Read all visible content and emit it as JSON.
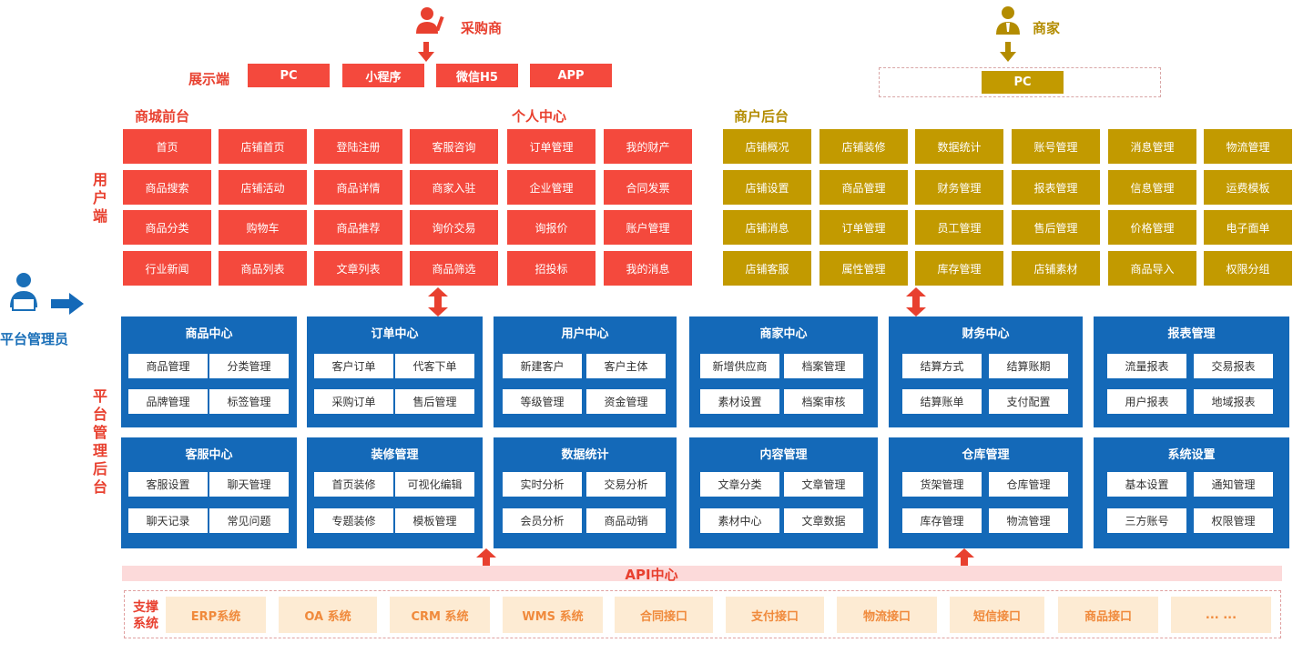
{
  "actors": {
    "buyer": "采购商",
    "merchant": "商家",
    "admin": "平台管理员"
  },
  "display": {
    "label": "展示端",
    "buttons": [
      "PC",
      "小程序",
      "微信H5",
      "APP"
    ]
  },
  "merchant_pc": "PC",
  "sections": {
    "mall_front": "商城前台",
    "personal_center": "个人中心",
    "merchant_backend": "商户后台"
  },
  "user_side_label": [
    "用",
    "户",
    "端"
  ],
  "platform_label": [
    "平",
    "台",
    "管",
    "理",
    "后",
    "台"
  ],
  "user_grid": [
    [
      "首页",
      "店铺首页",
      "登陆注册",
      "客服咨询",
      "订单管理",
      "我的财产"
    ],
    [
      "商品搜索",
      "店铺活动",
      "商品详情",
      "商家入驻",
      "企业管理",
      "合同发票"
    ],
    [
      "商品分类",
      "购物车",
      "商品推荐",
      "询价交易",
      "询报价",
      "账户管理"
    ],
    [
      "行业新闻",
      "商品列表",
      "文章列表",
      "商品筛选",
      "招投标",
      "我的消息"
    ]
  ],
  "merchant_grid": [
    [
      "店铺概况",
      "店铺装修",
      "数据统计",
      "账号管理",
      "消息管理",
      "物流管理"
    ],
    [
      "店铺设置",
      "商品管理",
      "财务管理",
      "报表管理",
      "信息管理",
      "运费模板"
    ],
    [
      "店铺消息",
      "订单管理",
      "员工管理",
      "售后管理",
      "价格管理",
      "电子面单"
    ],
    [
      "店铺客服",
      "属性管理",
      "库存管理",
      "店铺素材",
      "商品导入",
      "权限分组"
    ]
  ],
  "panels_row1": [
    {
      "title": "商品中心",
      "items": [
        "商品管理",
        "分类管理",
        "品牌管理",
        "标签管理"
      ]
    },
    {
      "title": "订单中心",
      "items": [
        "客户订单",
        "代客下单",
        "采购订单",
        "售后管理"
      ]
    },
    {
      "title": "用户中心",
      "items": [
        "新建客户",
        "客户主体",
        "等级管理",
        "资金管理"
      ]
    },
    {
      "title": "商家中心",
      "items": [
        "新增供应商",
        "档案管理",
        "素材设置",
        "档案审核"
      ]
    },
    {
      "title": "财务中心",
      "items": [
        "结算方式",
        "结算账期",
        "结算账单",
        "支付配置"
      ]
    },
    {
      "title": "报表管理",
      "items": [
        "流量报表",
        "交易报表",
        "用户报表",
        "地域报表"
      ]
    }
  ],
  "panels_row2": [
    {
      "title": "客服中心",
      "items": [
        "客服设置",
        "聊天管理",
        "聊天记录",
        "常见问题"
      ]
    },
    {
      "title": "装修管理",
      "items": [
        "首页装修",
        "可视化编辑",
        "专题装修",
        "模板管理"
      ]
    },
    {
      "title": "数据统计",
      "items": [
        "实时分析",
        "交易分析",
        "会员分析",
        "商品动销"
      ]
    },
    {
      "title": "内容管理",
      "items": [
        "文章分类",
        "文章管理",
        "素材中心",
        "文章数据"
      ]
    },
    {
      "title": "仓库管理",
      "items": [
        "货架管理",
        "仓库管理",
        "库存管理",
        "物流管理"
      ]
    },
    {
      "title": "系统设置",
      "items": [
        "基本设置",
        "通知管理",
        "三方账号",
        "权限管理"
      ]
    }
  ],
  "api_center": "API中心",
  "support": {
    "label": [
      "支撑",
      "系统"
    ],
    "items": [
      "ERP系统",
      "OA 系统",
      "CRM 系统",
      "WMS 系统",
      "合同接口",
      "支付接口",
      "物流接口",
      "短信接口",
      "商品接口",
      "... ..."
    ]
  },
  "colors": {
    "red": "#f4493d",
    "gold": "#c29a00",
    "blue": "#1469b8",
    "api_bar": "#fcdada",
    "support_item": "#fdebd3"
  }
}
